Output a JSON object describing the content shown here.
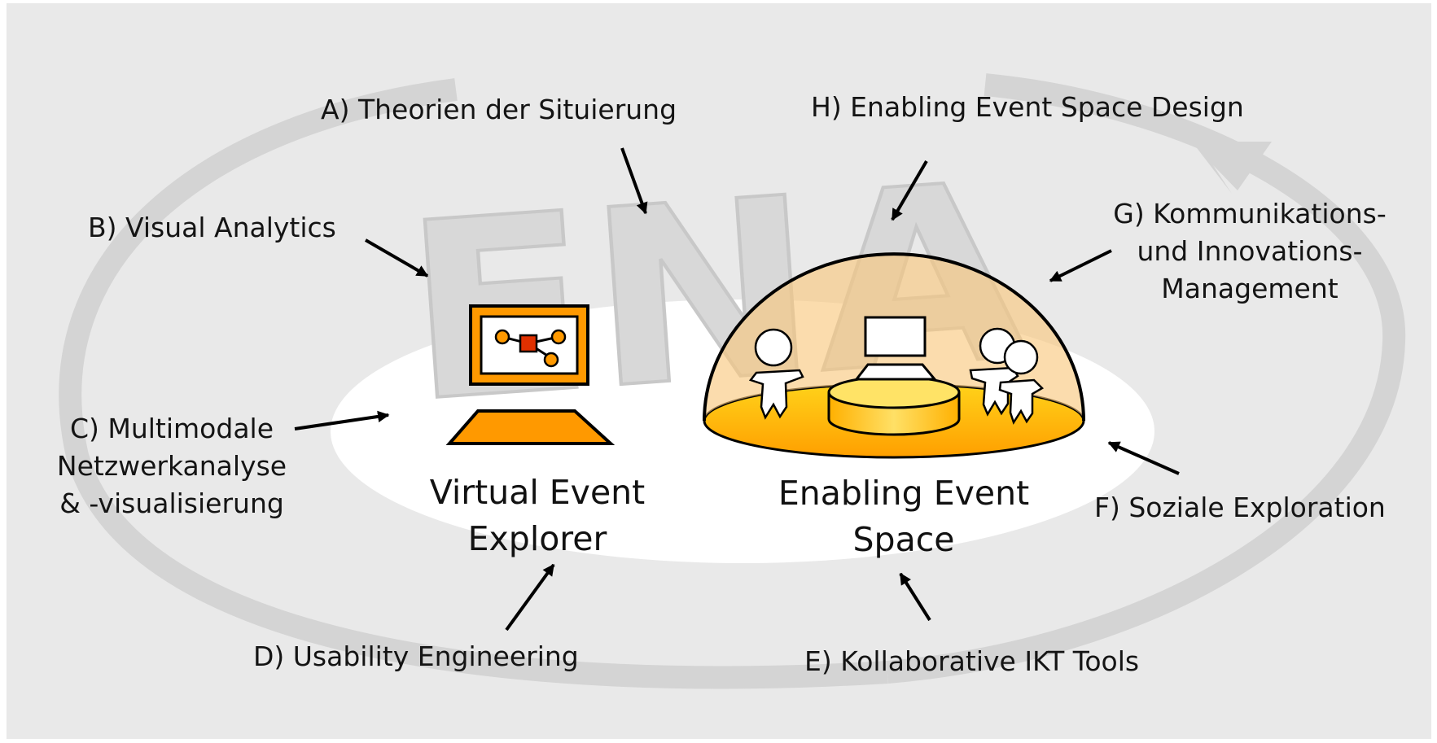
{
  "colors": {
    "background": "#e9e9e9",
    "frame": "#ffffff",
    "orbit": "#d3d3d3",
    "watermark": "#d9d9d9",
    "ellipse": "#ffffff",
    "orange": "#ff9900",
    "dome": "#fbd9a0",
    "floor": "#ffc000",
    "red": "#e03000",
    "black": "#000000"
  },
  "watermark": {
    "text": "ENA"
  },
  "labels": {
    "a": "A) Theorien der  Situierung",
    "b": "B) Visual Analytics",
    "c": [
      "C) Multimodale",
      "Netzwerkanalyse",
      "& -visualisierung"
    ],
    "d": "D) Usability Engineering",
    "e": "E) Kollaborative IKT Tools",
    "f": "F) Soziale Exploration",
    "g": [
      "G) Kommunikations-",
      "und Innovations-",
      "Management"
    ],
    "h": "H) Enabling Event Space Design"
  },
  "explorer": {
    "title": [
      "Virtual Event",
      "Explorer"
    ]
  },
  "space": {
    "title": [
      "Enabling Event",
      "Space"
    ]
  },
  "icons": [
    "computer-icon",
    "network-graph-icon",
    "dome-icon",
    "person-icon",
    "laptop-icon",
    "arrow-icon"
  ]
}
